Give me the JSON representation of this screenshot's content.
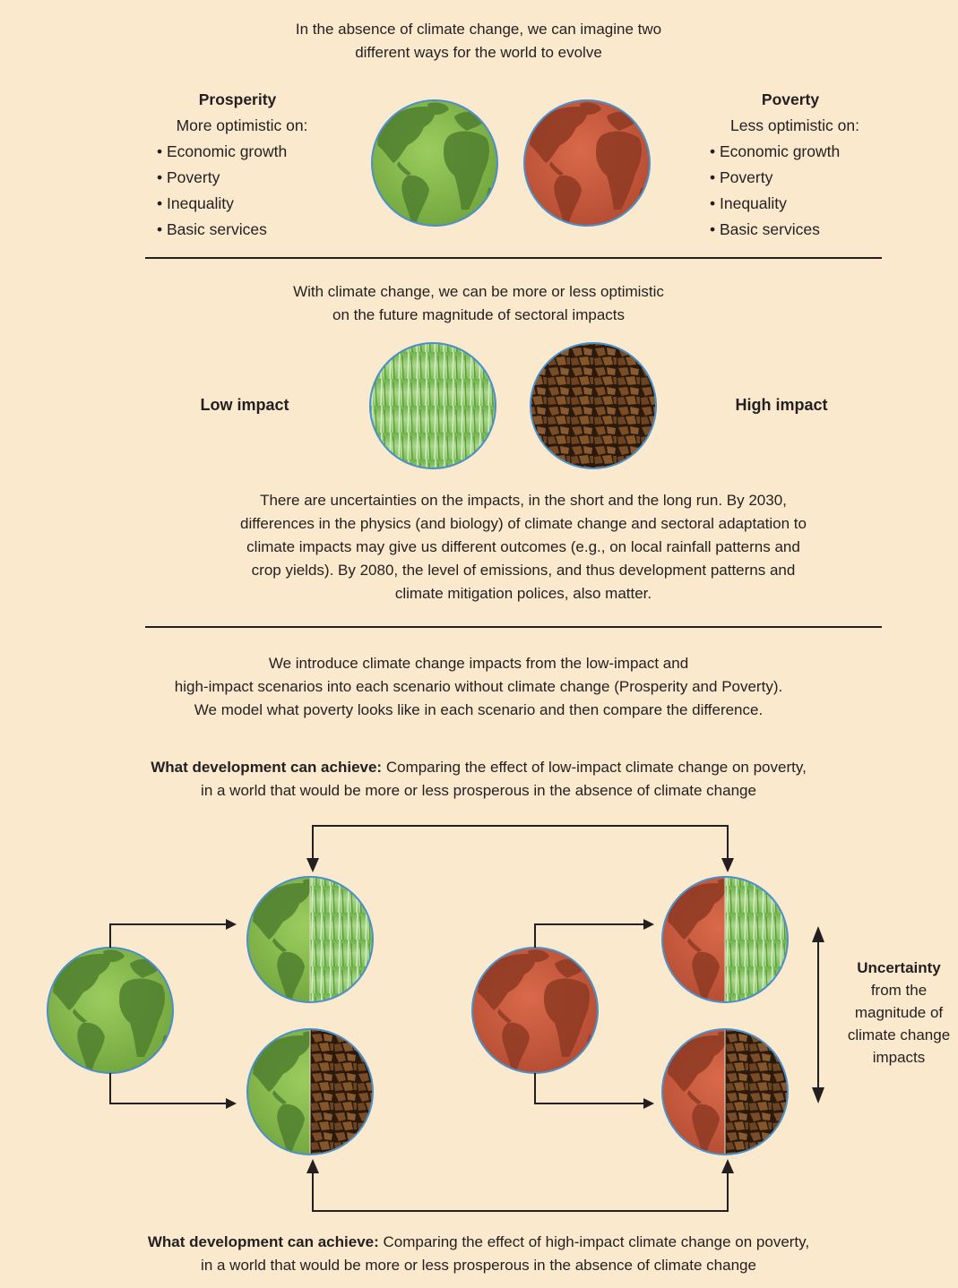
{
  "intro": {
    "line1": "In the absence of climate change, we can imagine two",
    "line2": "different ways for the world to evolve"
  },
  "prosperity": {
    "title": "Prosperity",
    "subtitle": "More optimistic on:",
    "items": [
      "Economic growth",
      "Poverty",
      "Inequality",
      "Basic services"
    ]
  },
  "poverty": {
    "title": "Poverty",
    "subtitle": "Less optimistic on:",
    "items": [
      "Economic growth",
      "Poverty",
      "Inequality",
      "Basic services"
    ]
  },
  "climate_intro": {
    "line1": "With climate change, we can be more or less optimistic",
    "line2": "on the future magnitude of sectoral impacts"
  },
  "low_impact_label": "Low impact",
  "high_impact_label": "High impact",
  "uncertainty_text": {
    "line1": "There are uncertainties on the impacts, in the short and the long run. By 2030,",
    "line2": "differences in the physics (and biology) of climate change and sectoral adaptation to",
    "line3": "climate impacts may give us different outcomes (e.g., on local rainfall patterns and",
    "line4": "crop yields). By 2080, the level of emissions, and thus development patterns and",
    "line5": "climate mitigation polices, also matter."
  },
  "method_text": {
    "line1": "We introduce climate change impacts from the low-impact and",
    "line2": "high-impact scenarios into each scenario without climate change (Prosperity and Poverty).",
    "line3": "We model what poverty looks like in each scenario and then compare the difference."
  },
  "compare_low": {
    "bold": "What development can achieve:",
    "rest": " Comparing the effect of low-impact climate change on poverty,",
    "line2": "in a world that would be more or less prosperous in the absence of climate change"
  },
  "compare_high": {
    "bold": "What development can achieve:",
    "rest": " Comparing the effect of high-impact climate change on poverty,",
    "line2": "in a world that would be more or less prosperous in the absence of climate change"
  },
  "side_uncertainty": {
    "bold": "Uncertainty",
    "line2": "from the",
    "line3": "magnitude of",
    "line4": "climate change",
    "line5": "impacts"
  },
  "colors": {
    "background": "#fbe9cd",
    "prosperity_globe": "#7fb24a",
    "poverty_globe": "#c9593c",
    "grass": "#8cc665",
    "cracked_earth": "#6a4322",
    "globe_border": "#4a8fc9",
    "rule": "#231f20"
  }
}
